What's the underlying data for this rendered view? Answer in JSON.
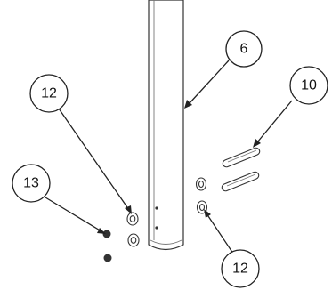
{
  "diagram": {
    "callouts": [
      {
        "id": "callout-6",
        "label": "6"
      },
      {
        "id": "callout-10",
        "label": "10"
      },
      {
        "id": "callout-12-upper",
        "label": "12"
      },
      {
        "id": "callout-12-lower",
        "label": "12"
      },
      {
        "id": "callout-13",
        "label": "13"
      }
    ]
  }
}
